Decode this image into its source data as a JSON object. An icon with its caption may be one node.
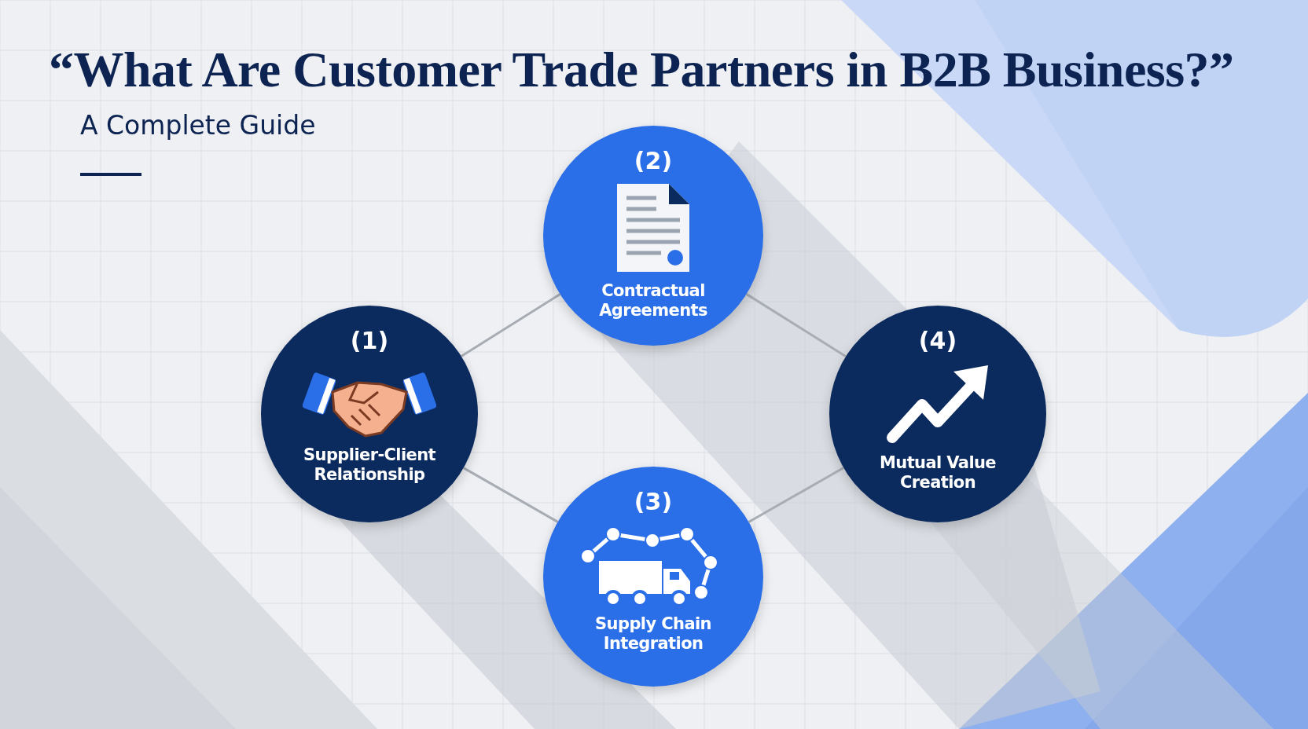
{
  "diagram": {
    "title": "“What Are Customer Trade Partners in B2B Business?”",
    "caption": "A Complete Guide",
    "nodes": [
      {
        "text": [
          "(1)",
          "Supplier-Client Relationship"
        ]
      },
      {
        "text": [
          "(2)",
          "Contractual Agreements"
        ]
      },
      {
        "text": [
          "(3)",
          "Supply Chain Integration"
        ]
      },
      {
        "text": [
          "(4)",
          "Mutual Value Creation"
        ]
      }
    ],
    "edges": [
      {
        "from": 0,
        "to": 1,
        "arrow": "none"
      },
      {
        "from": 1,
        "to": 3,
        "arrow": "none"
      },
      {
        "from": 0,
        "to": 2,
        "arrow": "none"
      },
      {
        "from": 2,
        "to": 3,
        "arrow": "none"
      }
    ]
  }
}
